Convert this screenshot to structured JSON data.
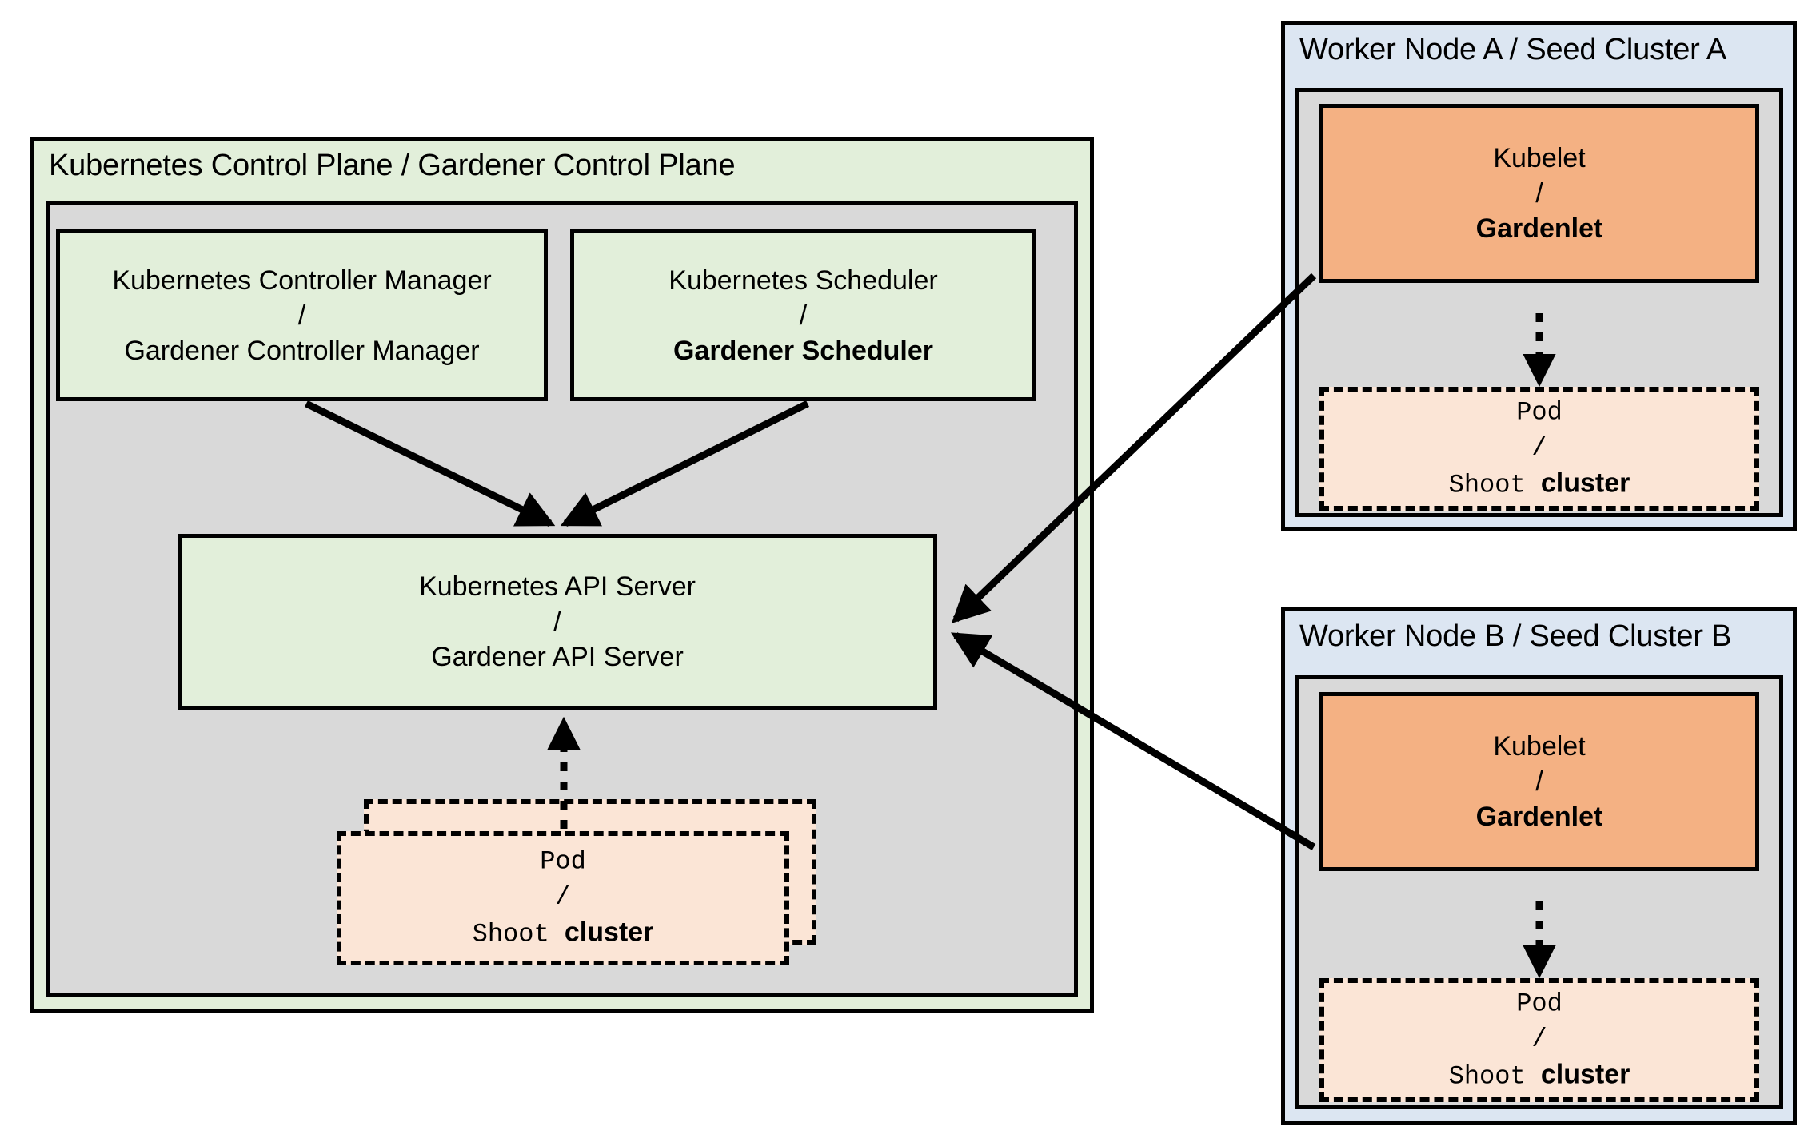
{
  "diagram": {
    "title_not_rendered": "",
    "control_plane": {
      "title": "Kubernetes Control Plane / Gardener Control Plane",
      "controller_manager": {
        "line1": "Kubernetes Controller Manager",
        "separator": "/",
        "line2": "Gardener Controller Manager"
      },
      "scheduler": {
        "line1": "Kubernetes Scheduler",
        "separator": "/",
        "line2": "Gardener Scheduler"
      },
      "api_server": {
        "line1": "Kubernetes API Server",
        "separator": "/",
        "line2": "Gardener API Server"
      },
      "pod": {
        "line1": "Pod",
        "separator": "/",
        "line2_prefix": "Shoot ",
        "line2_bold": "cluster"
      }
    },
    "worker_node_a": {
      "title": "Worker Node A / Seed Cluster A",
      "kubelet": {
        "line1": "Kubelet",
        "separator": "/",
        "line2": "Gardenlet"
      },
      "pod": {
        "line1": "Pod",
        "separator": "/",
        "line2_prefix": "Shoot ",
        "line2_bold": "cluster"
      }
    },
    "worker_node_b": {
      "title": "Worker Node B / Seed Cluster B",
      "kubelet": {
        "line1": "Kubelet",
        "separator": "/",
        "line2": "Gardenlet"
      },
      "pod": {
        "line1": "Pod",
        "separator": "/",
        "line2_prefix": "Shoot ",
        "line2_bold": "cluster"
      }
    },
    "colors": {
      "green_fill": "#e2efda",
      "blue_fill": "#dce6f2",
      "gray_fill": "#d9d9d9",
      "orange_fill": "#f4b183",
      "pod_fill": "#fbe5d6",
      "stroke": "#000000"
    }
  }
}
